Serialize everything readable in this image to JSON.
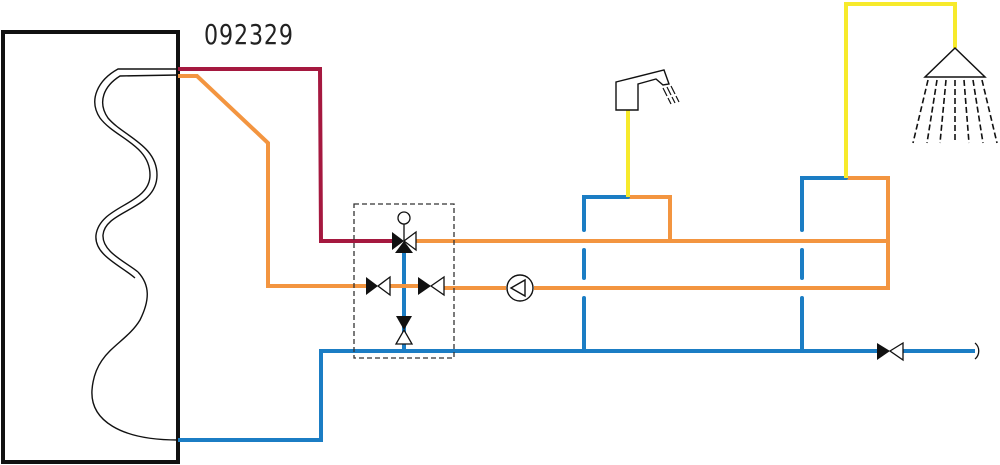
{
  "diagram": {
    "reference_number": "092329",
    "colors": {
      "hot_supply": "#a5183f",
      "warm_water": "#f39540",
      "cold_water": "#1b7dc4",
      "mixed_outlet": "#f7ea2b",
      "line": "#111111"
    },
    "components": [
      {
        "name": "storage-tank",
        "icon": "tank-with-coil"
      },
      {
        "name": "mixing-station",
        "icon": "dashed-box"
      },
      {
        "name": "thermostatic-mixing-valve",
        "icon": "three-way-valve"
      },
      {
        "name": "circulation-pump",
        "icon": "pump-icon"
      },
      {
        "name": "wash-basin-tap",
        "icon": "faucet-icon"
      },
      {
        "name": "shower",
        "icon": "shower-head-icon"
      },
      {
        "name": "cold-inlet-valve",
        "icon": "valve-icon"
      }
    ]
  }
}
